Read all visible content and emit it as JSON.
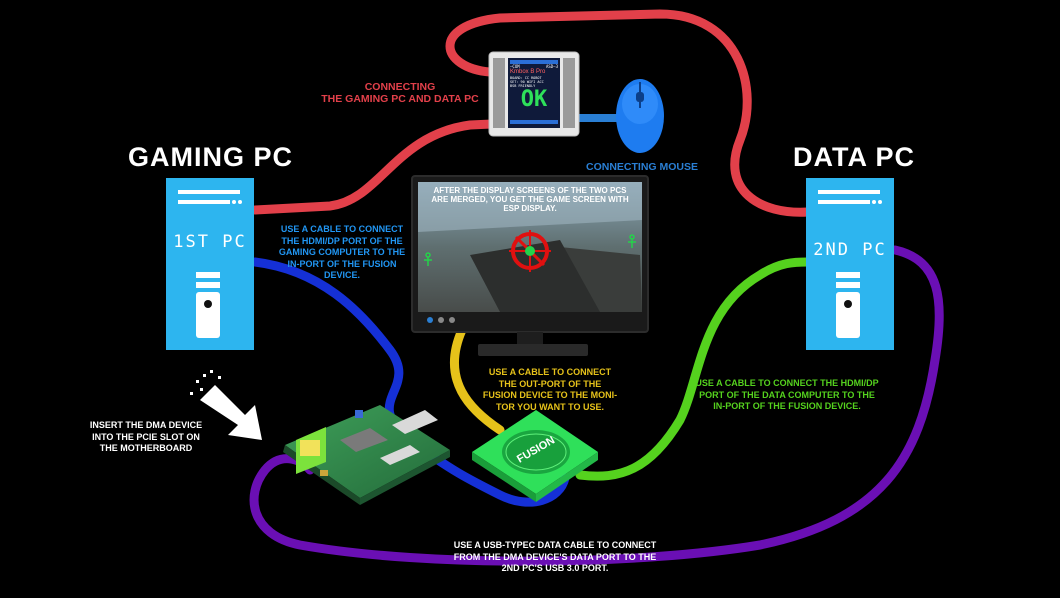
{
  "titles": {
    "gaming_pc": "GAMING PC",
    "data_pc": "DATA PC"
  },
  "pcs": {
    "first": "1ST PC",
    "second": "2ND PC"
  },
  "device": {
    "screen_top_left": "—COM",
    "screen_top_right": "ASD—3",
    "screen_model": "Kmbox B Pro",
    "screen_line1": "BOARD: CC ROBOT",
    "screen_line2": "SET: 90 WIFI ACC",
    "screen_line3": "BSB FRIENDLY",
    "screen_status": "OK"
  },
  "fusion_label": "FUSION",
  "labels": {
    "connecting_pcs": "CONNECTING\nTHE GAMING PC AND DATA PC",
    "connecting_mouse": "CONNECTING MOUSE",
    "monitor_caption": "AFTER THE DISPLAY SCREENS OF THE TWO PCS\nARE MERGED, YOU GET THE GAME SCREEN WITH\nESP DISPLAY.",
    "hdmi_gaming": "USE A CABLE TO CONNECT\nTHE HDMI/DP PORT OF THE\nGAMING COMPUTER TO THE\nIN-PORT OF THE FUSION\nDEVICE.",
    "out_port": "USE A CABLE TO CONNECT\nTHE OUT-PORT OF THE\nFUSION DEVICE TO THE MONI-\nTOR YOU WANT TO USE.",
    "hdmi_data": "USE A CABLE TO CONNECT THE HDMI/DP\nPORT OF THE DATA COMPUTER TO THE\nIN-PORT OF THE FUSION DEVICE.",
    "dma": "INSERT THE DMA DEVICE\nINTO THE PCIE SLOT ON\nTHE MOTHERBOARD",
    "usb": "USE A USB-TYPEC DATA CABLE TO CONNECT\nFROM THE DMA DEVICE'S DATA PORT TO THE\n2ND PC'S USB 3.0 PORT."
  },
  "colors": {
    "red_cable": "#e2404a",
    "blue_cable": "#1530d6",
    "yellow_cable": "#e6c21a",
    "green_cable": "#55d21e",
    "purple_cable": "#6a0fb4",
    "mouse_cable": "#2a7fd4",
    "pc_body": "#2db5ef",
    "fusion_body": "#2fe05a"
  }
}
